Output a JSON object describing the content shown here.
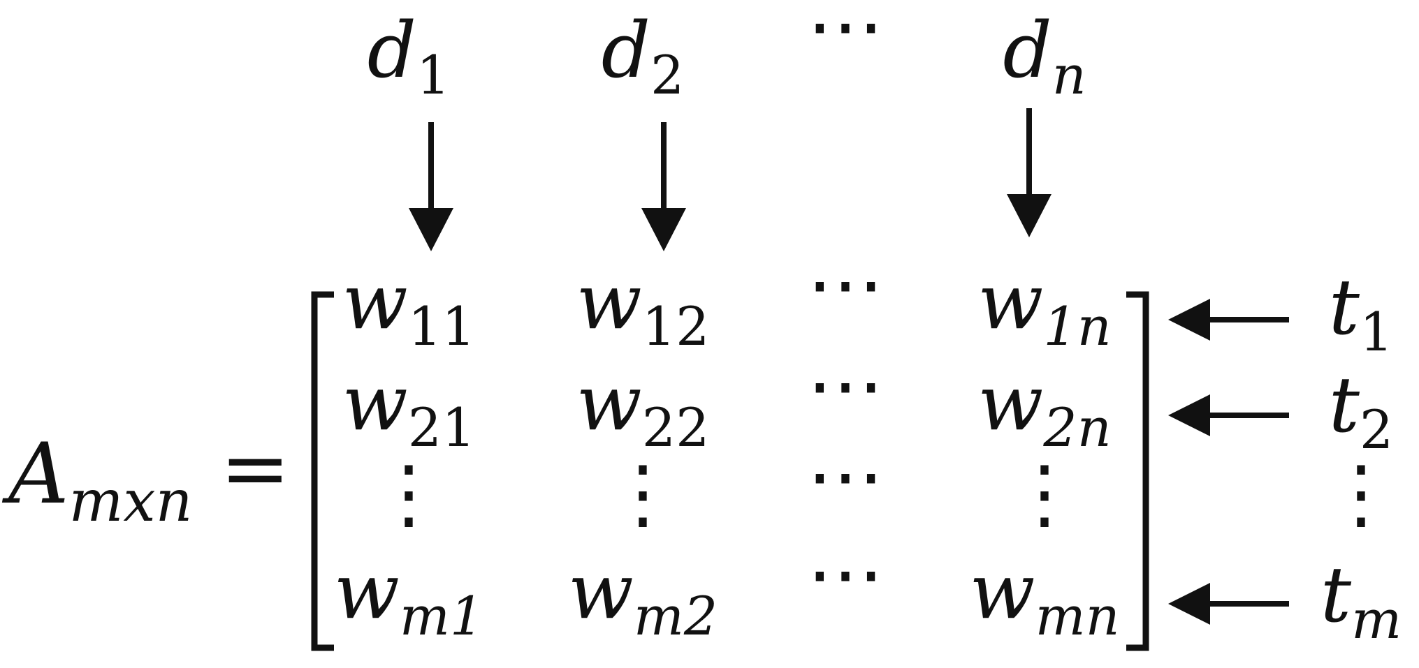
{
  "matrix_label": {
    "base": "A",
    "subscript": "mxn",
    "equals": "="
  },
  "document_labels": [
    {
      "base": "d",
      "sub": "1"
    },
    {
      "base": "d",
      "sub": "2"
    },
    {
      "base": "⋯",
      "sub": ""
    },
    {
      "base": "d",
      "sub": "n"
    }
  ],
  "term_labels": [
    {
      "base": "t",
      "sub": "1"
    },
    {
      "base": "t",
      "sub": "2"
    },
    {
      "base": "⋮",
      "sub": ""
    },
    {
      "base": "t",
      "sub": "m"
    }
  ],
  "matrix_rows": [
    [
      {
        "base": "w",
        "sub": "11"
      },
      {
        "base": "w",
        "sub": "12"
      },
      {
        "base": "⋯",
        "sub": ""
      },
      {
        "base": "w",
        "sub": "1n"
      }
    ],
    [
      {
        "base": "w",
        "sub": "21"
      },
      {
        "base": "w",
        "sub": "22"
      },
      {
        "base": "⋯",
        "sub": ""
      },
      {
        "base": "w",
        "sub": "2n"
      }
    ],
    [
      {
        "base": "⋮",
        "sub": ""
      },
      {
        "base": "⋮",
        "sub": ""
      },
      {
        "base": "⋯",
        "sub": ""
      },
      {
        "base": "⋮",
        "sub": ""
      }
    ],
    [
      {
        "base": "w",
        "sub": "m1"
      },
      {
        "base": "w",
        "sub": "m2"
      },
      {
        "base": "⋯",
        "sub": ""
      },
      {
        "base": "w",
        "sub": "mn"
      }
    ]
  ],
  "colors": {
    "ink": "#111111",
    "background": "#ffffff"
  }
}
